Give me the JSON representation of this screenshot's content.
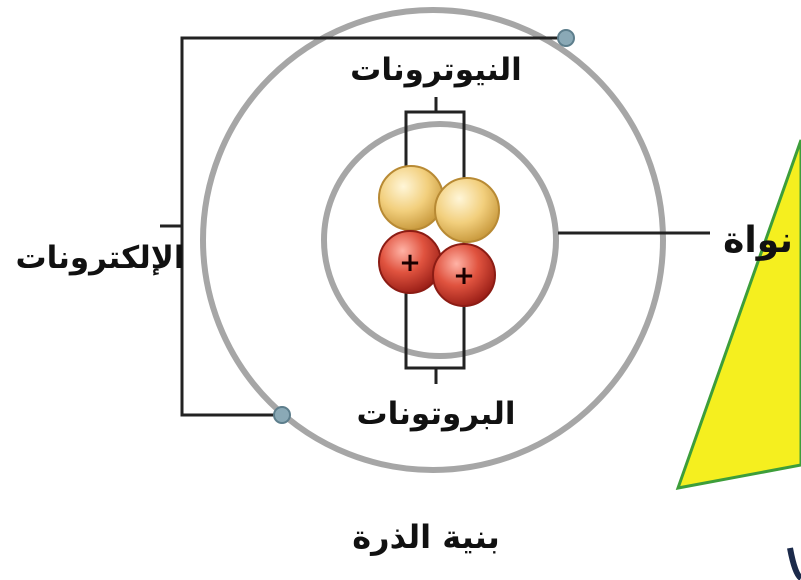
{
  "labels": {
    "neutrons": "النيوترونات",
    "protons": "البروتونات",
    "electrons": "الإلكترونات",
    "nucleus": "نواة",
    "caption": "بنية الذرة"
  },
  "proton_sign": "+",
  "colors": {
    "orbit": "#9a9a9a",
    "leader_line": "#222222",
    "neutron": "#f2cf7d",
    "proton": "#d8453a",
    "electron": "#8aa9b6",
    "accent_triangle": "#f5ef1f",
    "accent_triangle_edge": "#3d9e3a"
  }
}
